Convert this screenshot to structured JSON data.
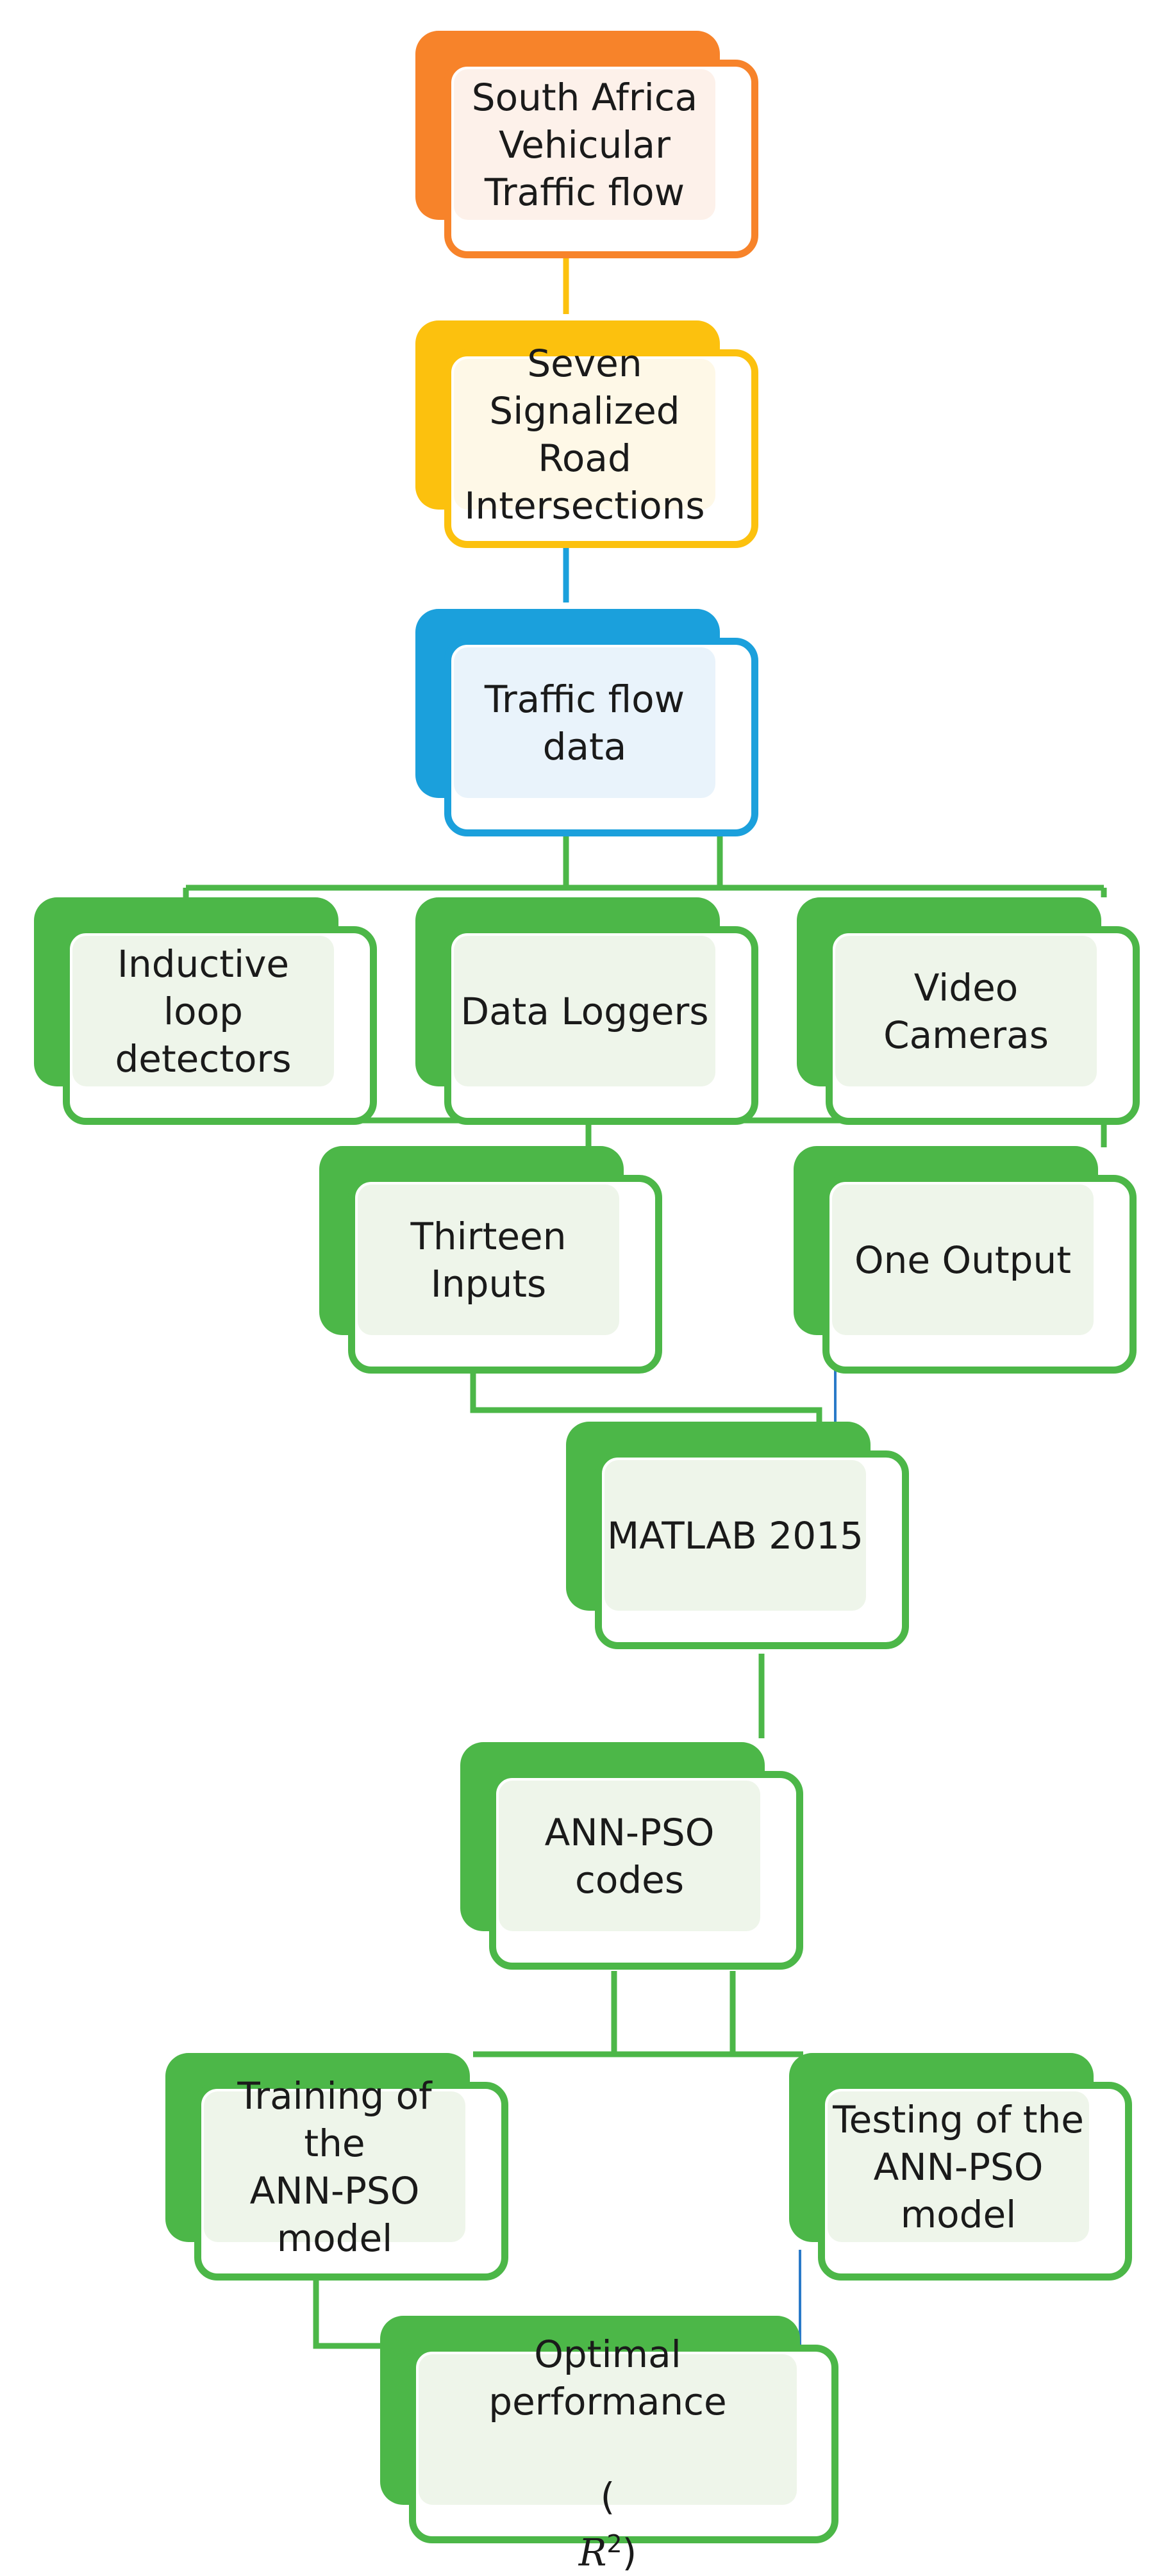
{
  "colors": {
    "orange": "#f7832a",
    "orange_fill": "#fdf1ea",
    "yellow": "#fcc10e",
    "yellow_fill": "#fef8e7",
    "blue": "#1ba0dc",
    "blue_fill": "#e9f3fb",
    "green": "#4cb748",
    "green_fill": "#eef5ea",
    "connector_blue": "#2a7ac8"
  },
  "nodes": {
    "south_africa": "South Africa\nVehicular\nTraffic flow",
    "intersections": "Seven\nSignalized Road\nIntersections",
    "traffic_data": "Traffic flow\ndata",
    "inductive": "Inductive loop\ndetectors",
    "loggers": "Data Loggers",
    "cameras": "Video Cameras",
    "inputs": "Thirteen Inputs",
    "output": "One Output",
    "matlab": "MATLAB 2015",
    "ann_pso": "ANN-PSO codes",
    "training": "Training of the\nANN-PSO\nmodel",
    "testing": "Testing of the\nANN-PSO\nmodel",
    "optimal_line1": "Optimal performance",
    "optimal_open": "(",
    "optimal_r": "R",
    "optimal_sup": "2",
    "optimal_close": ")"
  }
}
